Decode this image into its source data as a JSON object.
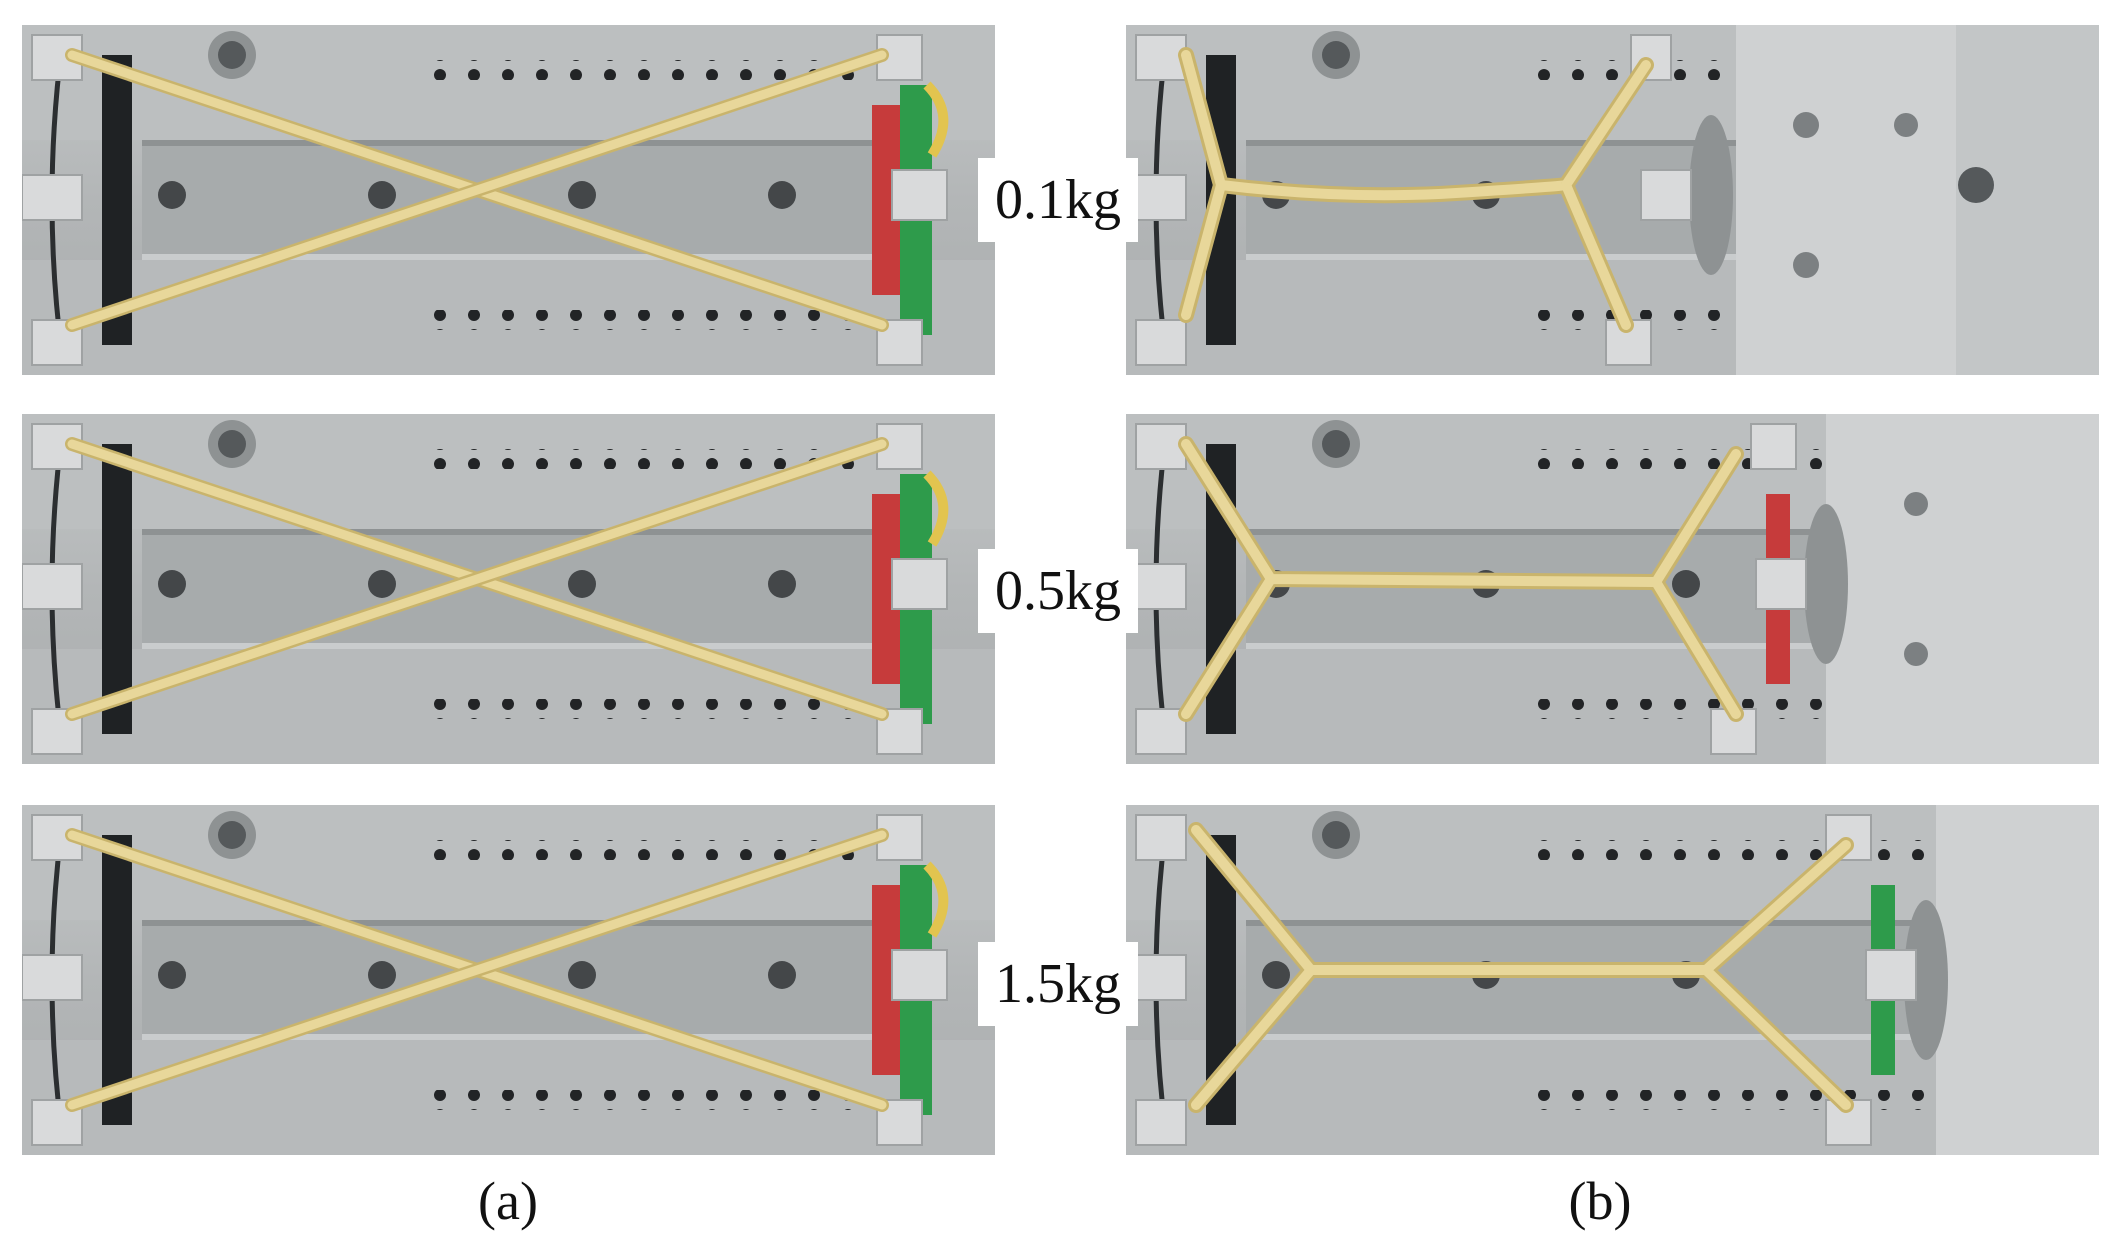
{
  "figure": {
    "loads": [
      "0.1kg",
      "0.5kg",
      "1.5kg"
    ],
    "captions": {
      "a": "(a)",
      "b": "(b)"
    },
    "colors": {
      "rail": "#b9bcbd",
      "rail_dark": "#8e9293",
      "rope": "#e8d79a",
      "rope_shadow": "#c9b46c",
      "clamp": "#d9dadb",
      "red_block": "#c63b3b",
      "green_block": "#2e9b4b",
      "hole": "#222426"
    },
    "panels": [
      {
        "id": "a-1",
        "column": "a",
        "row": 0,
        "configuration": "crossed-strings"
      },
      {
        "id": "a-2",
        "column": "a",
        "row": 1,
        "configuration": "crossed-strings"
      },
      {
        "id": "a-3",
        "column": "a",
        "row": 2,
        "configuration": "crossed-strings"
      },
      {
        "id": "b-1",
        "column": "b",
        "row": 0,
        "configuration": "twisted-strings"
      },
      {
        "id": "b-2",
        "column": "b",
        "row": 1,
        "configuration": "twisted-strings"
      },
      {
        "id": "b-3",
        "column": "b",
        "row": 2,
        "configuration": "twisted-strings"
      }
    ]
  }
}
